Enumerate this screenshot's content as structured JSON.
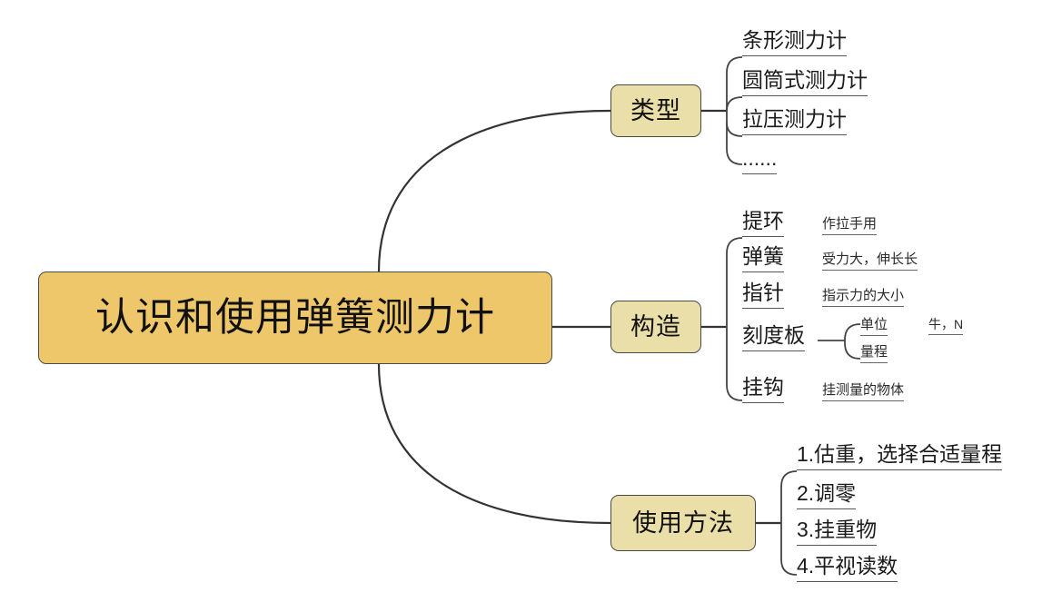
{
  "root": {
    "label": "认识和使用弹簧测力计"
  },
  "colors": {
    "root_fill": "#EFC76B",
    "branch_fill": "#EADFA8",
    "stroke": "#4a4a46",
    "line": "#55555a",
    "background": "#ffffff"
  },
  "branches": [
    {
      "id": "types",
      "label": "类型",
      "items": [
        {
          "label": "条形测力计"
        },
        {
          "label": "圆筒式测力计"
        },
        {
          "label": "拉压测力计"
        },
        {
          "label": "......"
        }
      ]
    },
    {
      "id": "structure",
      "label": "构造",
      "items": [
        {
          "label": "提环",
          "desc": "作拉手用"
        },
        {
          "label": "弹簧",
          "desc": "受力大，伸长长"
        },
        {
          "label": "指针",
          "desc": "指示力的大小"
        },
        {
          "label": "刻度板",
          "subs": [
            {
              "label": "单位",
              "desc": "牛，N"
            },
            {
              "label": "量程"
            }
          ]
        },
        {
          "label": "挂钩",
          "desc": "挂测量的物体"
        }
      ]
    },
    {
      "id": "method",
      "label": "使用方法",
      "items": [
        {
          "label": "1.估重，选择合适量程"
        },
        {
          "label": "2.调零"
        },
        {
          "label": "3.挂重物"
        },
        {
          "label": "4.平视读数"
        }
      ]
    }
  ]
}
